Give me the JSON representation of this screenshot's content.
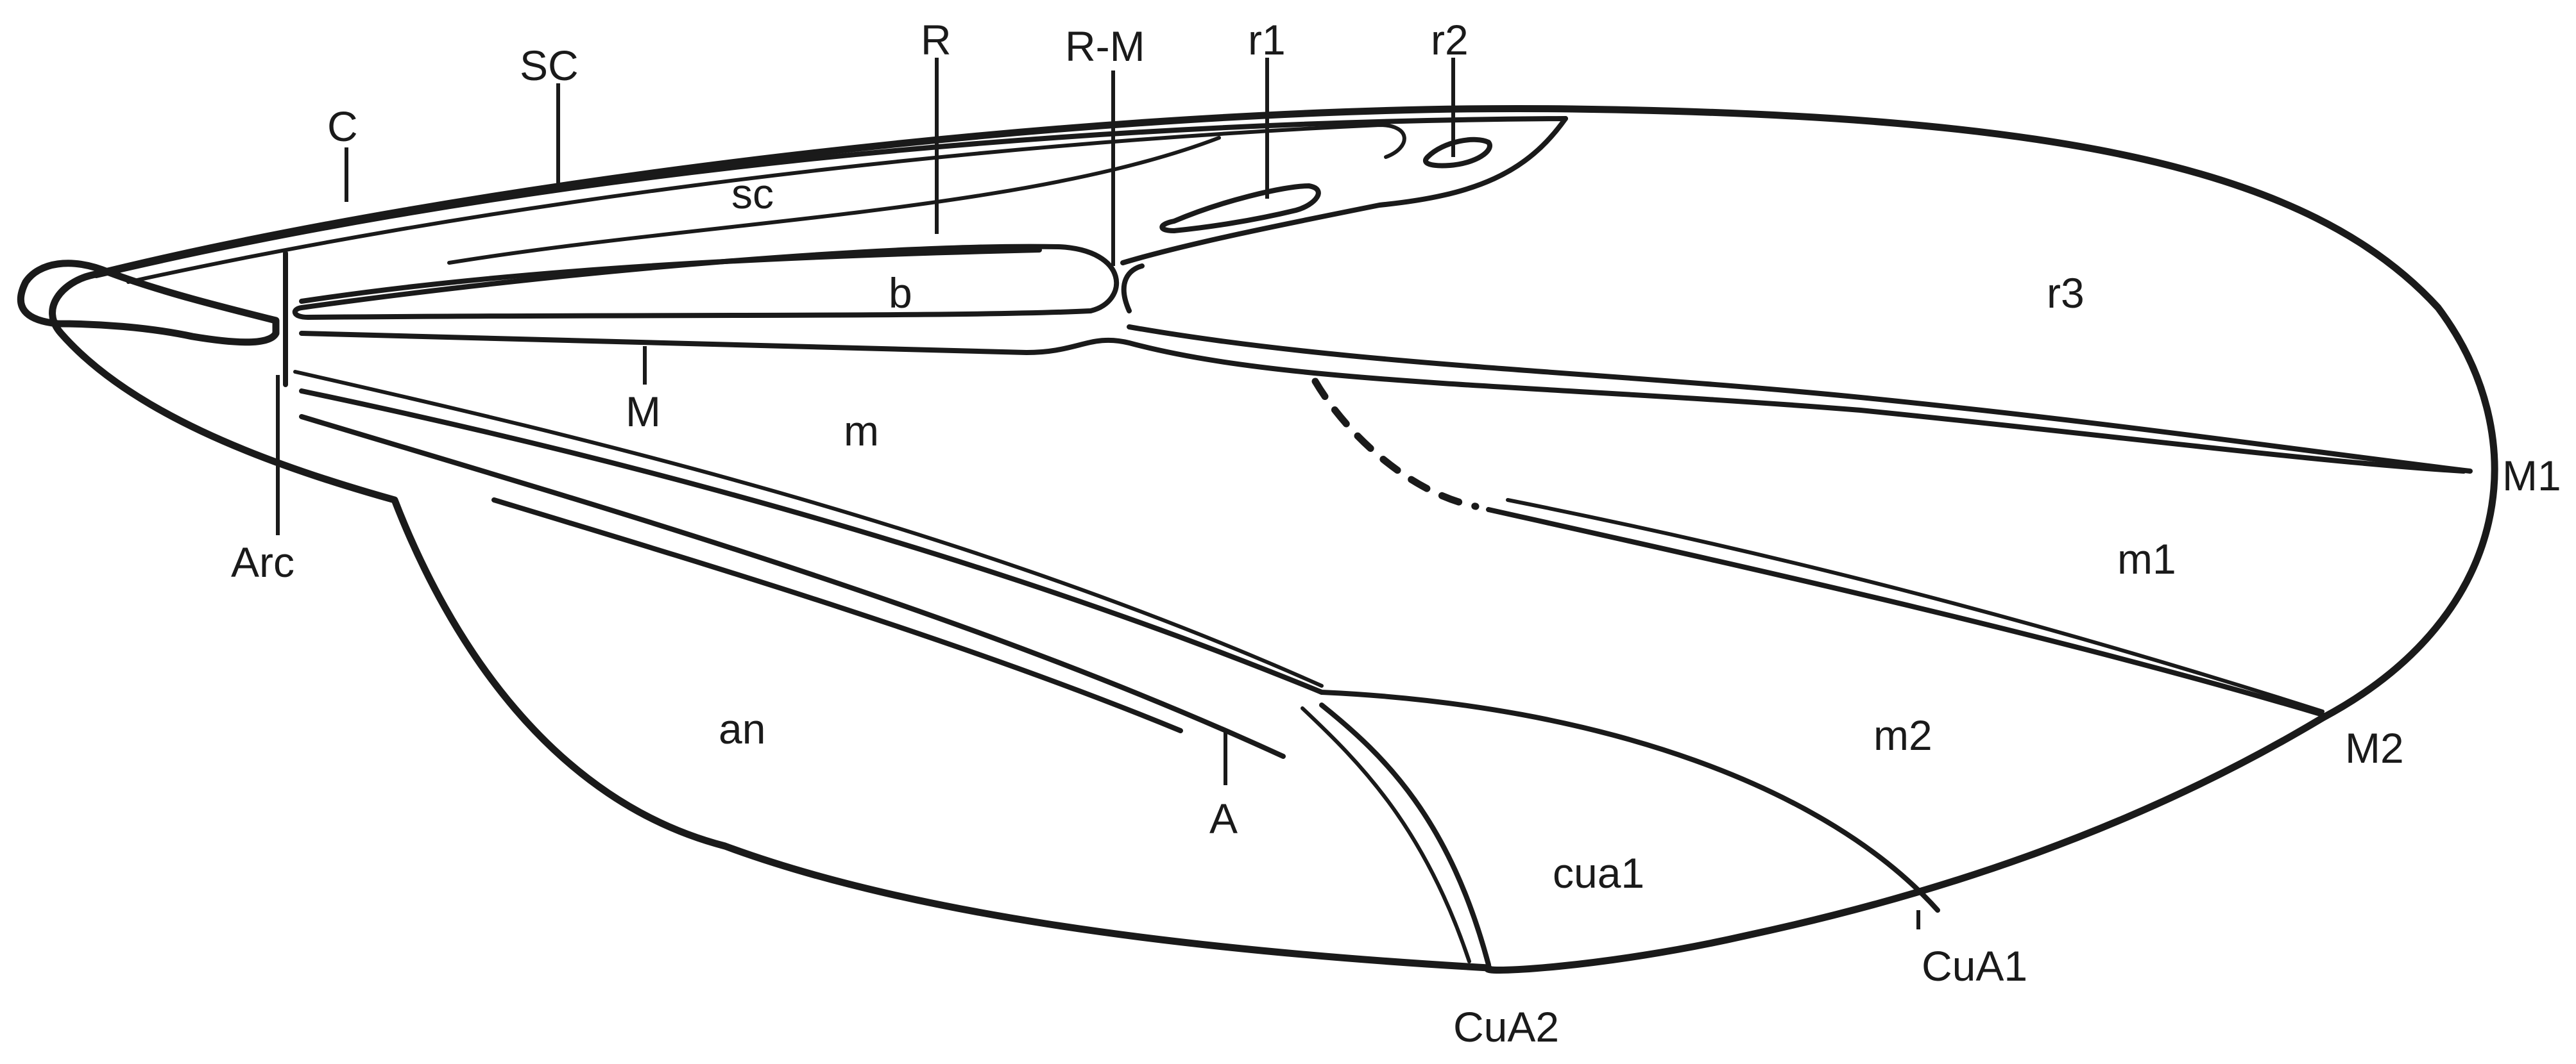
{
  "diagram": {
    "labels": {
      "C": "C",
      "SC": "SC",
      "R": "R",
      "R_M": "R-M",
      "r1": "r1",
      "r2": "r2",
      "sc": "sc",
      "b": "b",
      "r3": "r3",
      "M": "M",
      "m": "m",
      "Arc": "Arc",
      "M1": "M1",
      "m1": "m1",
      "an": "an",
      "A": "A",
      "m2": "m2",
      "M2": "M2",
      "cua1": "cua1",
      "CuA1": "CuA1",
      "CuA2": "CuA2"
    }
  }
}
